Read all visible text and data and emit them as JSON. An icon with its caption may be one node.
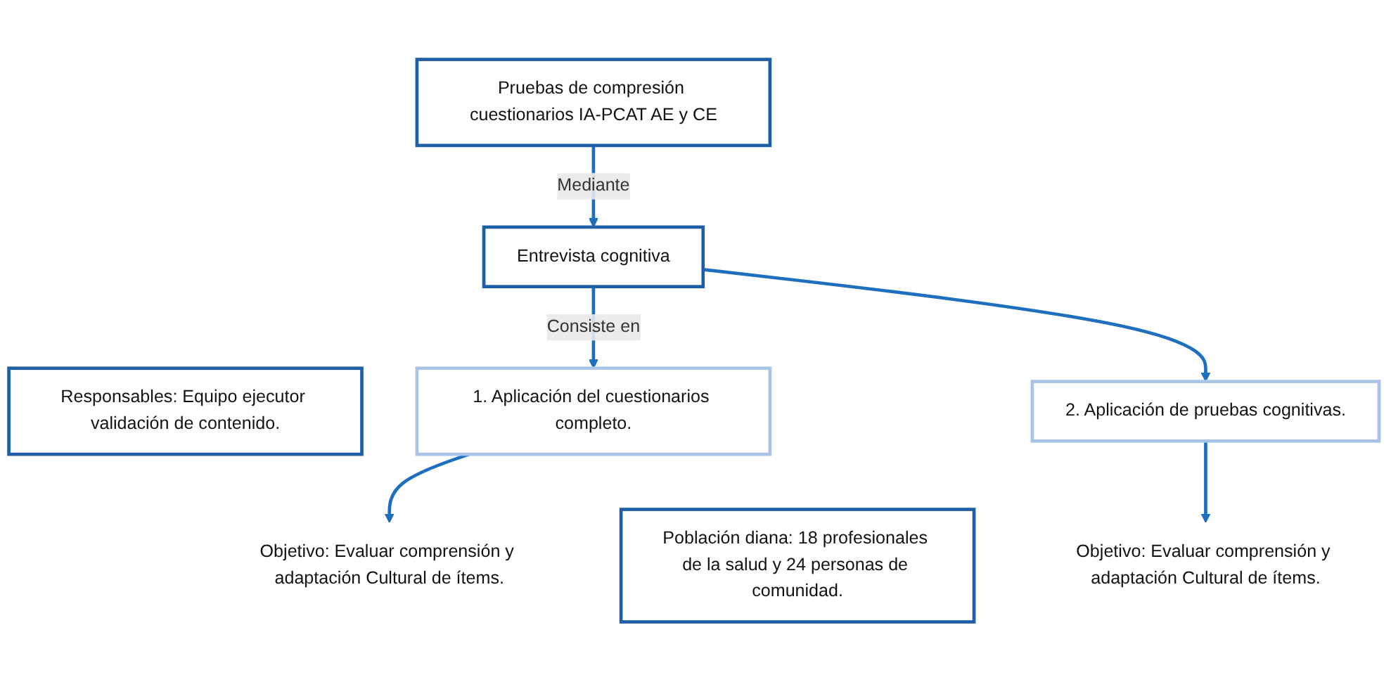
{
  "diagram": {
    "nodes": [
      {
        "text": [
          "Pruebas de compresión cuestionarios IA-PCAT AE y CE"
        ]
      },
      {
        "text": [
          "Entrevista cognitiva"
        ]
      },
      {
        "text": [
          "Responsables: Equipo ejecutor validación de contenido."
        ]
      },
      {
        "text": [
          "1. Aplicación del cuestionarios completo."
        ]
      },
      {
        "text": [
          "Objetivo: Evaluar comprensión y adaptación Cultural de ítems."
        ]
      },
      {
        "text": [
          "2. Aplicación de pruebas cognitivas."
        ]
      },
      {
        "text": [
          "Objetivo: Evaluar comprensión y adaptación Cultural de ítems."
        ]
      },
      {
        "text": [
          "Población diana: 18 profesionales de la salud y 24 personas de comunidad."
        ]
      }
    ],
    "edges": [
      {
        "from": 0,
        "to": 1,
        "arrow": "to",
        "label": "Mediante"
      },
      {
        "from": 1,
        "to": 3,
        "arrow": "to",
        "label": "Consiste en"
      },
      {
        "from": 1,
        "to": 5,
        "arrow": "to"
      },
      {
        "from": 3,
        "to": 4,
        "arrow": "to"
      },
      {
        "from": 5,
        "to": 6,
        "arrow": "to"
      }
    ]
  }
}
